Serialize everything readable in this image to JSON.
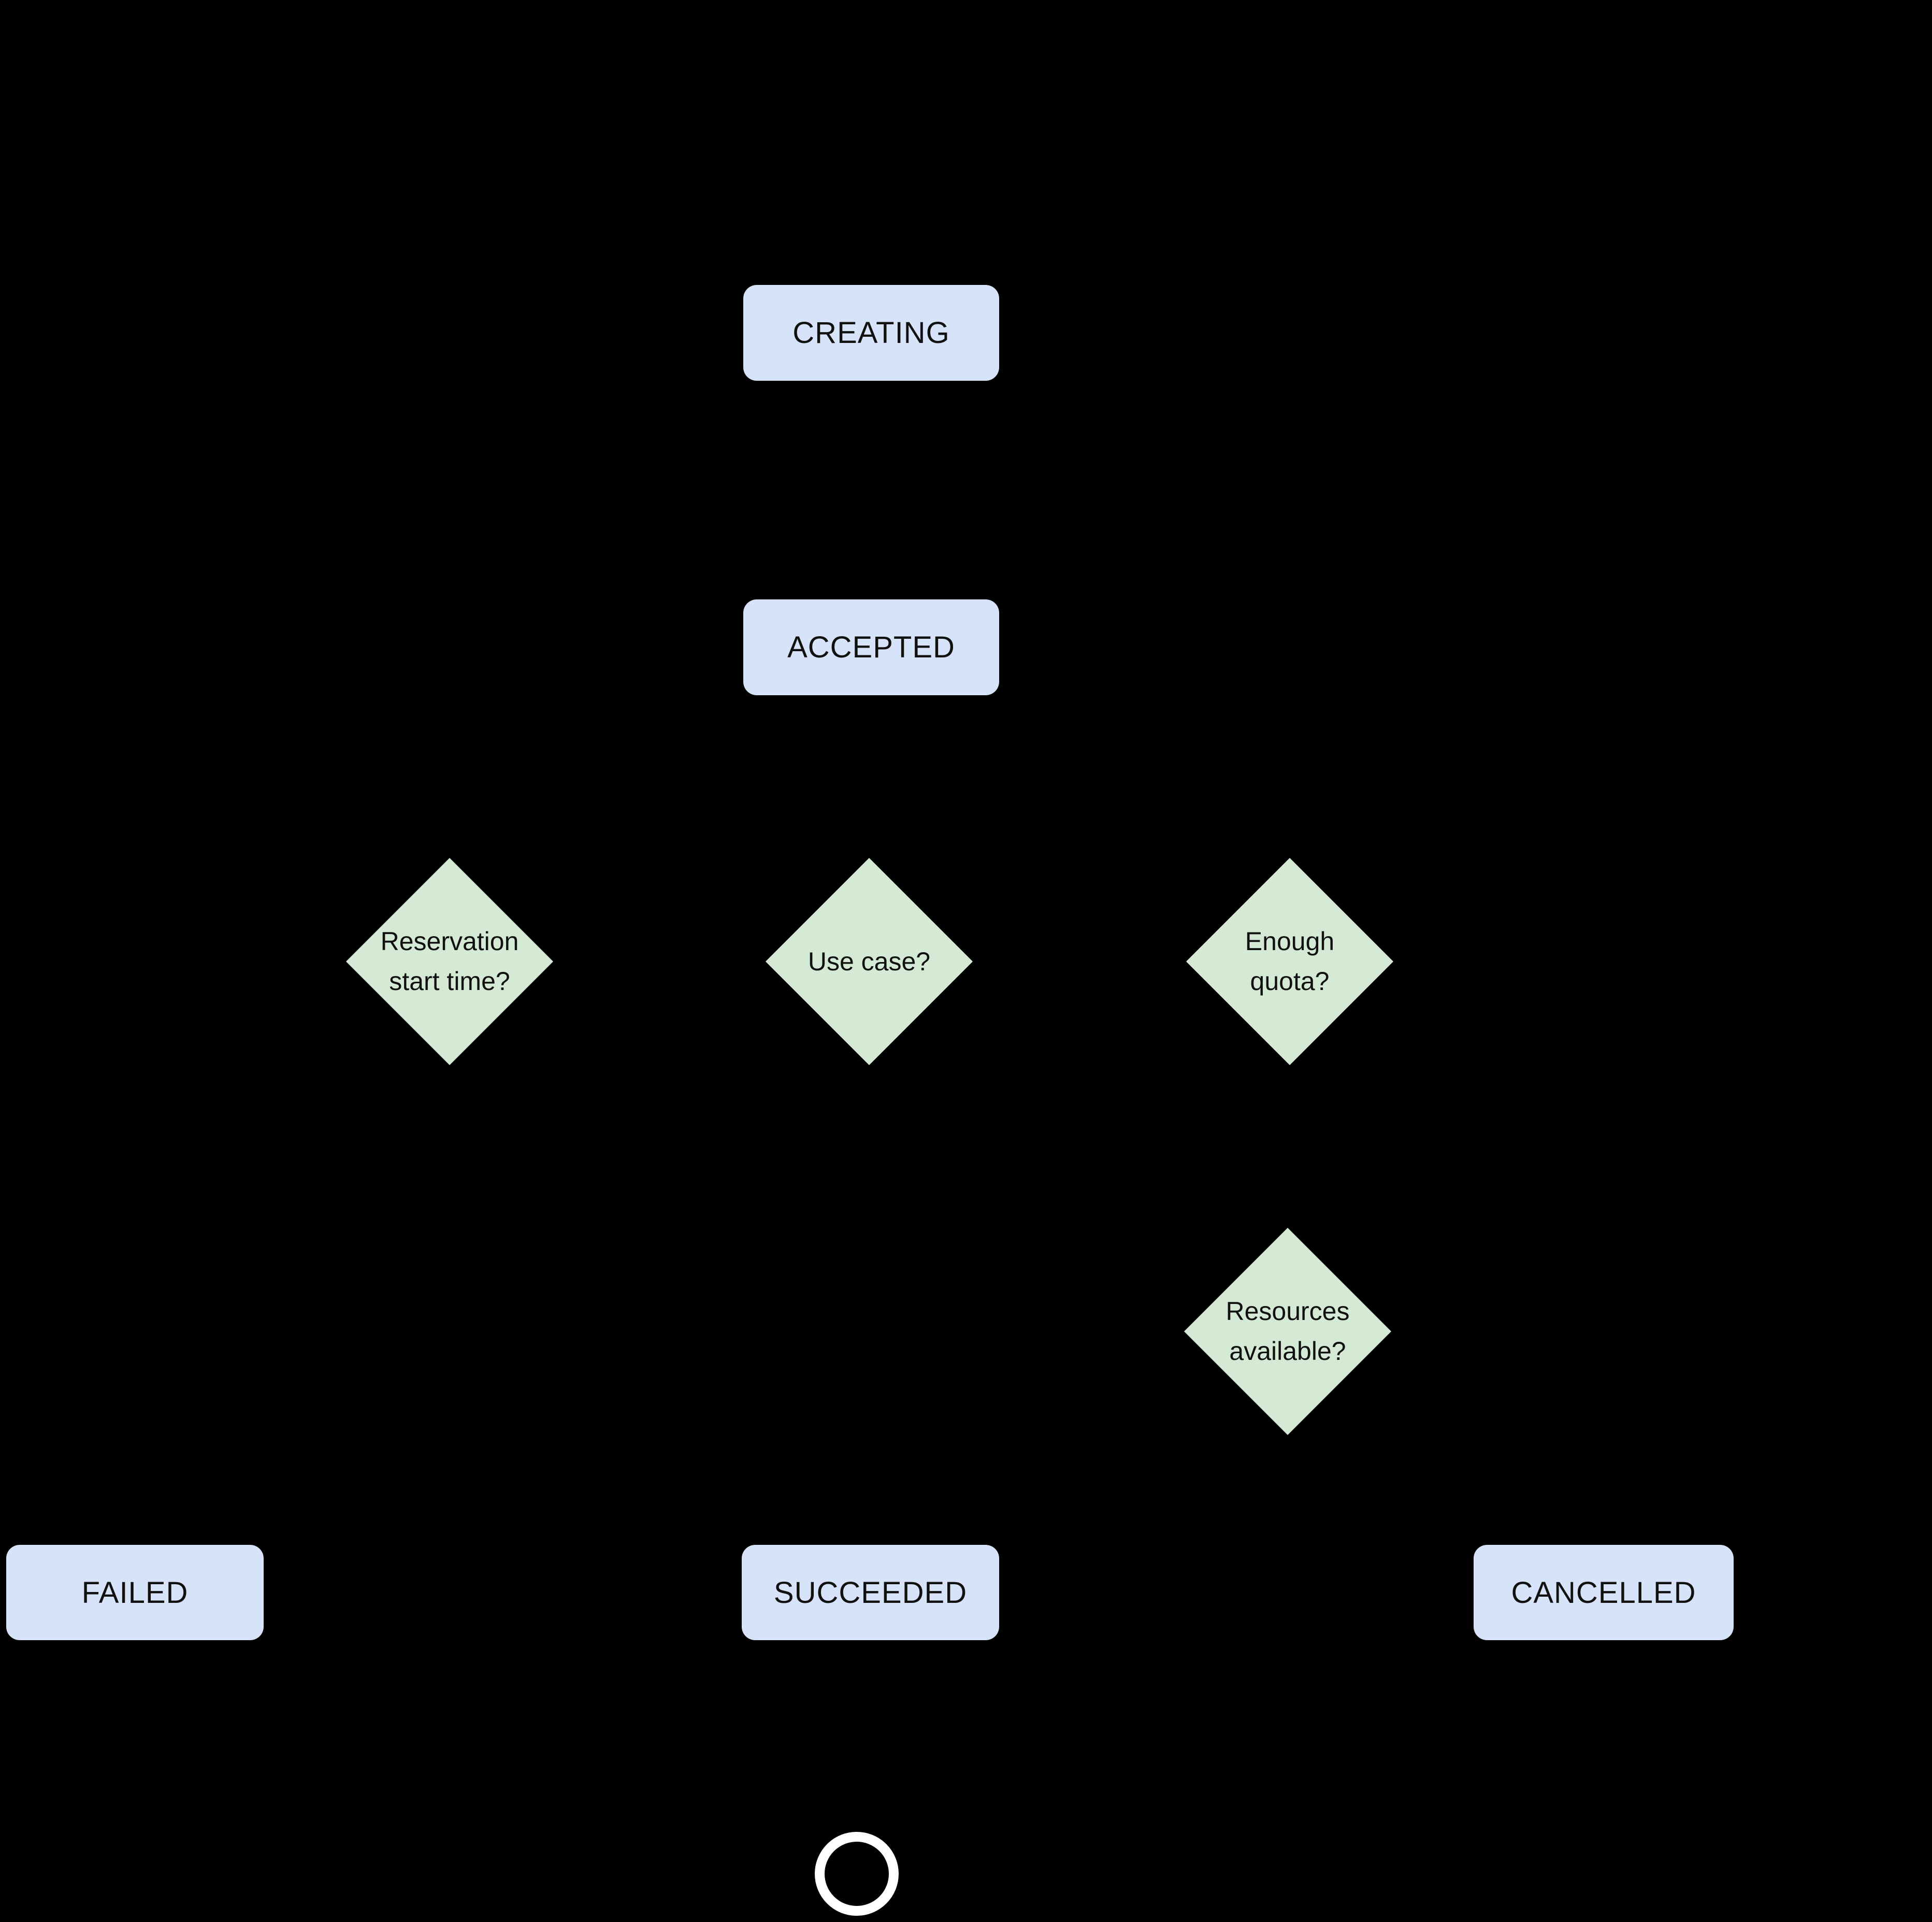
{
  "diagram": {
    "background_color": "#000000",
    "text_color": "#111111",
    "state_fill_color": "#D7E3F8",
    "decision_fill_color": "#D5EAD5",
    "end_circle_color": "#FFFFFF",
    "state_nodes": [
      {
        "id": "creating",
        "label": "CREATING"
      },
      {
        "id": "accepted",
        "label": "ACCEPTED"
      },
      {
        "id": "failed",
        "label": "FAILED"
      },
      {
        "id": "succeeded",
        "label": "SUCCEEDED"
      },
      {
        "id": "cancelled",
        "label": "CANCELLED"
      }
    ],
    "decision_nodes": [
      {
        "id": "reservation-start-time",
        "lines": [
          "Reservation",
          "start time?"
        ]
      },
      {
        "id": "use-case",
        "lines": [
          "Use case?"
        ]
      },
      {
        "id": "enough-quota",
        "lines": [
          "Enough",
          "quota?"
        ]
      },
      {
        "id": "resources-available",
        "lines": [
          "Resources",
          "available?"
        ]
      }
    ],
    "end_node": {
      "id": "end",
      "shape": "circle"
    }
  }
}
